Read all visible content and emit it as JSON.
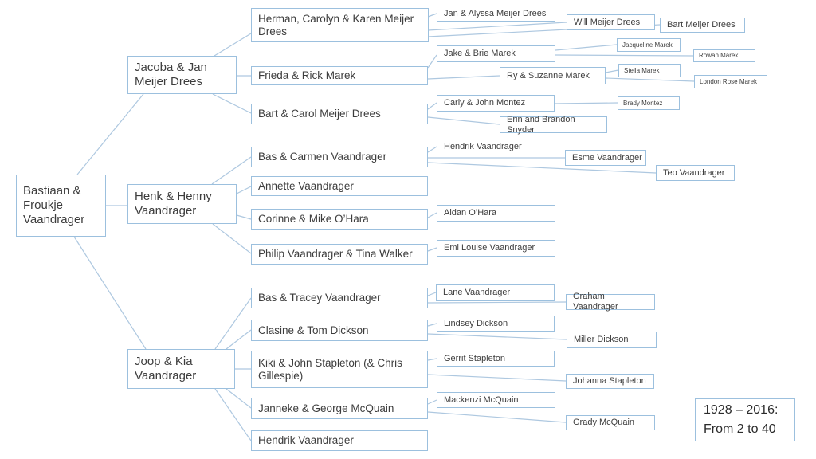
{
  "colors": {
    "box_border": "#9cc0de",
    "connector": "#aec8e0",
    "text": "#3d3d3d"
  },
  "caption": {
    "label": "1928 – 2016:\nFrom 2 to 40"
  },
  "nodes": {
    "root": {
      "label": "Bastiaan & Froukje Vaandrager"
    },
    "jacoba": {
      "label": "Jacoba & Jan Meijer Drees"
    },
    "henk": {
      "label": "Henk & Henny Vaandrager"
    },
    "joop": {
      "label": "Joop & Kia Vaandrager"
    },
    "herman": {
      "label": "Herman, Carolyn & Karen Meijer Drees"
    },
    "frieda": {
      "label": "Frieda & Rick Marek"
    },
    "bart_carol": {
      "label": "Bart & Carol Meijer Drees"
    },
    "bas_carmen": {
      "label": "Bas & Carmen Vaandrager"
    },
    "annette": {
      "label": "Annette Vaandrager"
    },
    "corinne": {
      "label": "Corinne & Mike O’Hara"
    },
    "philip": {
      "label": "Philip Vaandrager & Tina Walker"
    },
    "bas_tracey": {
      "label": "Bas & Tracey Vaandrager"
    },
    "clasine": {
      "label": "Clasine & Tom Dickson"
    },
    "kiki": {
      "label": "Kiki & John Stapleton (& Chris Gillespie)"
    },
    "janneke": {
      "label": "Janneke & George McQuain"
    },
    "hendrik_sr": {
      "label": "Hendrik Vaandrager"
    },
    "jan_alyssa": {
      "label": "Jan & Alyssa Meijer Drees"
    },
    "will": {
      "label": "Will Meijer Drees"
    },
    "bart_md": {
      "label": "Bart Meijer Drees"
    },
    "jake_brie": {
      "label": "Jake & Brie Marek"
    },
    "ry_suzanne": {
      "label": "Ry & Suzanne Marek"
    },
    "jacqueline": {
      "label": "Jacqueline Marek"
    },
    "rowan": {
      "label": "Rowan Marek"
    },
    "stella": {
      "label": "Stella Marek"
    },
    "london": {
      "label": "London Rose Marek"
    },
    "carly_john": {
      "label": "Carly & John Montez"
    },
    "erin_brandon": {
      "label": "Erin and Brandon Snyder"
    },
    "brady": {
      "label": "Brady Montez"
    },
    "hendrik_jr": {
      "label": "Hendrik Vaandrager"
    },
    "esme": {
      "label": "Esme Vaandrager"
    },
    "teo": {
      "label": "Teo Vaandrager"
    },
    "aidan": {
      "label": "Aidan O’Hara"
    },
    "emi": {
      "label": "Emi Louise Vaandrager"
    },
    "lane": {
      "label": "Lane Vaandrager"
    },
    "graham": {
      "label": "Graham Vaandrager"
    },
    "lindsey": {
      "label": "Lindsey Dickson"
    },
    "miller": {
      "label": "Miller Dickson"
    },
    "gerrit": {
      "label": "Gerrit Stapleton"
    },
    "johanna": {
      "label": "Johanna Stapleton"
    },
    "mackenzi": {
      "label": "Mackenzi McQuain"
    },
    "grady": {
      "label": "Grady McQuain"
    }
  },
  "edges": [
    [
      "root",
      "jacoba"
    ],
    [
      "root",
      "henk"
    ],
    [
      "root",
      "joop"
    ],
    [
      "jacoba",
      "herman"
    ],
    [
      "jacoba",
      "frieda"
    ],
    [
      "jacoba",
      "bart_carol"
    ],
    [
      "herman",
      "jan_alyssa"
    ],
    [
      "herman",
      "will"
    ],
    [
      "herman",
      "bart_md"
    ],
    [
      "frieda",
      "jake_brie"
    ],
    [
      "frieda",
      "ry_suzanne"
    ],
    [
      "jake_brie",
      "jacqueline"
    ],
    [
      "jake_brie",
      "rowan"
    ],
    [
      "ry_suzanne",
      "stella"
    ],
    [
      "ry_suzanne",
      "london"
    ],
    [
      "bart_carol",
      "carly_john"
    ],
    [
      "bart_carol",
      "erin_brandon"
    ],
    [
      "carly_john",
      "brady"
    ],
    [
      "henk",
      "bas_carmen"
    ],
    [
      "henk",
      "annette"
    ],
    [
      "henk",
      "corinne"
    ],
    [
      "henk",
      "philip"
    ],
    [
      "bas_carmen",
      "hendrik_jr"
    ],
    [
      "bas_carmen",
      "esme"
    ],
    [
      "bas_carmen",
      "teo"
    ],
    [
      "corinne",
      "aidan"
    ],
    [
      "philip",
      "emi"
    ],
    [
      "joop",
      "bas_tracey"
    ],
    [
      "joop",
      "clasine"
    ],
    [
      "joop",
      "kiki"
    ],
    [
      "joop",
      "janneke"
    ],
    [
      "joop",
      "hendrik_sr"
    ],
    [
      "bas_tracey",
      "lane"
    ],
    [
      "bas_tracey",
      "graham"
    ],
    [
      "clasine",
      "lindsey"
    ],
    [
      "clasine",
      "miller"
    ],
    [
      "kiki",
      "gerrit"
    ],
    [
      "kiki",
      "johanna"
    ],
    [
      "janneke",
      "mackenzi"
    ],
    [
      "janneke",
      "grady"
    ]
  ]
}
